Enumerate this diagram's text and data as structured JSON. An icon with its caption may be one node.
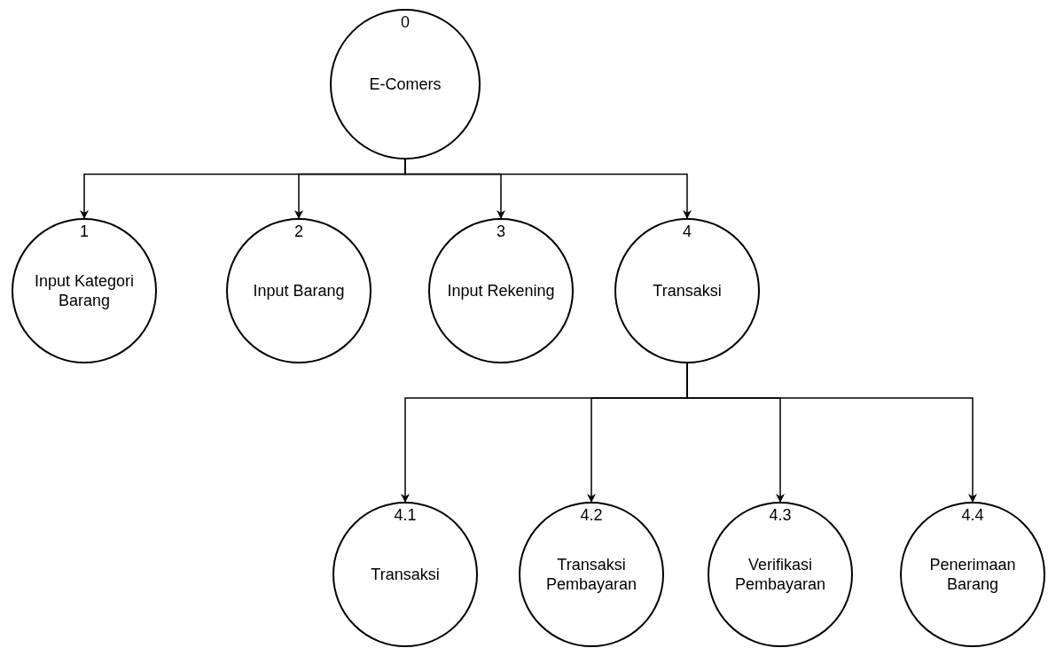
{
  "diagram": {
    "nodes": [
      {
        "text": [
          "0",
          "E-Comers"
        ]
      },
      {
        "text": [
          "1",
          "Input Kategori Barang"
        ]
      },
      {
        "text": [
          "2",
          "Input Barang"
        ]
      },
      {
        "text": [
          "3",
          "Input Rekening"
        ]
      },
      {
        "text": [
          "4",
          "Transaksi"
        ]
      },
      {
        "text": [
          "4.1",
          "Transaksi"
        ]
      },
      {
        "text": [
          "4.2",
          "Transaksi Pembayaran"
        ]
      },
      {
        "text": [
          "4.3",
          "Verifikasi Pembayaran"
        ]
      },
      {
        "text": [
          "4.4",
          "Penerimaan Barang"
        ]
      }
    ],
    "edges": [
      {
        "from": 0,
        "to": 1,
        "arrow": "to"
      },
      {
        "from": 0,
        "to": 2,
        "arrow": "to"
      },
      {
        "from": 0,
        "to": 3,
        "arrow": "to"
      },
      {
        "from": 0,
        "to": 4,
        "arrow": "to"
      },
      {
        "from": 4,
        "to": 5,
        "arrow": "to"
      },
      {
        "from": 4,
        "to": 6,
        "arrow": "to"
      },
      {
        "from": 4,
        "to": 7,
        "arrow": "to"
      },
      {
        "from": 4,
        "to": 8,
        "arrow": "to"
      }
    ]
  }
}
